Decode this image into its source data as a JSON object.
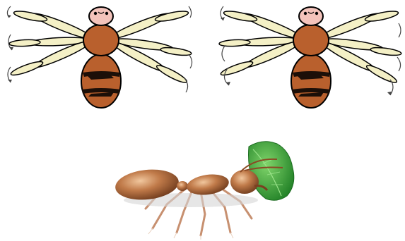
{
  "colors": {
    "background": "#ffffff",
    "body_fill": "#b9602d",
    "head_fill": "#f3c3bb",
    "stripe": "#1c0f08",
    "leg_fill": "#f4f0c6",
    "outline": "#000000",
    "motion_arc": "#444444",
    "leaf": "#3aa83a",
    "ant_body": "#b46a3e"
  },
  "figures": [
    {
      "name": "top-left-ant",
      "kind": "cartoon-ant-top-view"
    },
    {
      "name": "top-right-ant",
      "kind": "cartoon-ant-top-view"
    },
    {
      "name": "leaf-carrying-ant",
      "kind": "3d-ant-carrying-leaf"
    }
  ]
}
